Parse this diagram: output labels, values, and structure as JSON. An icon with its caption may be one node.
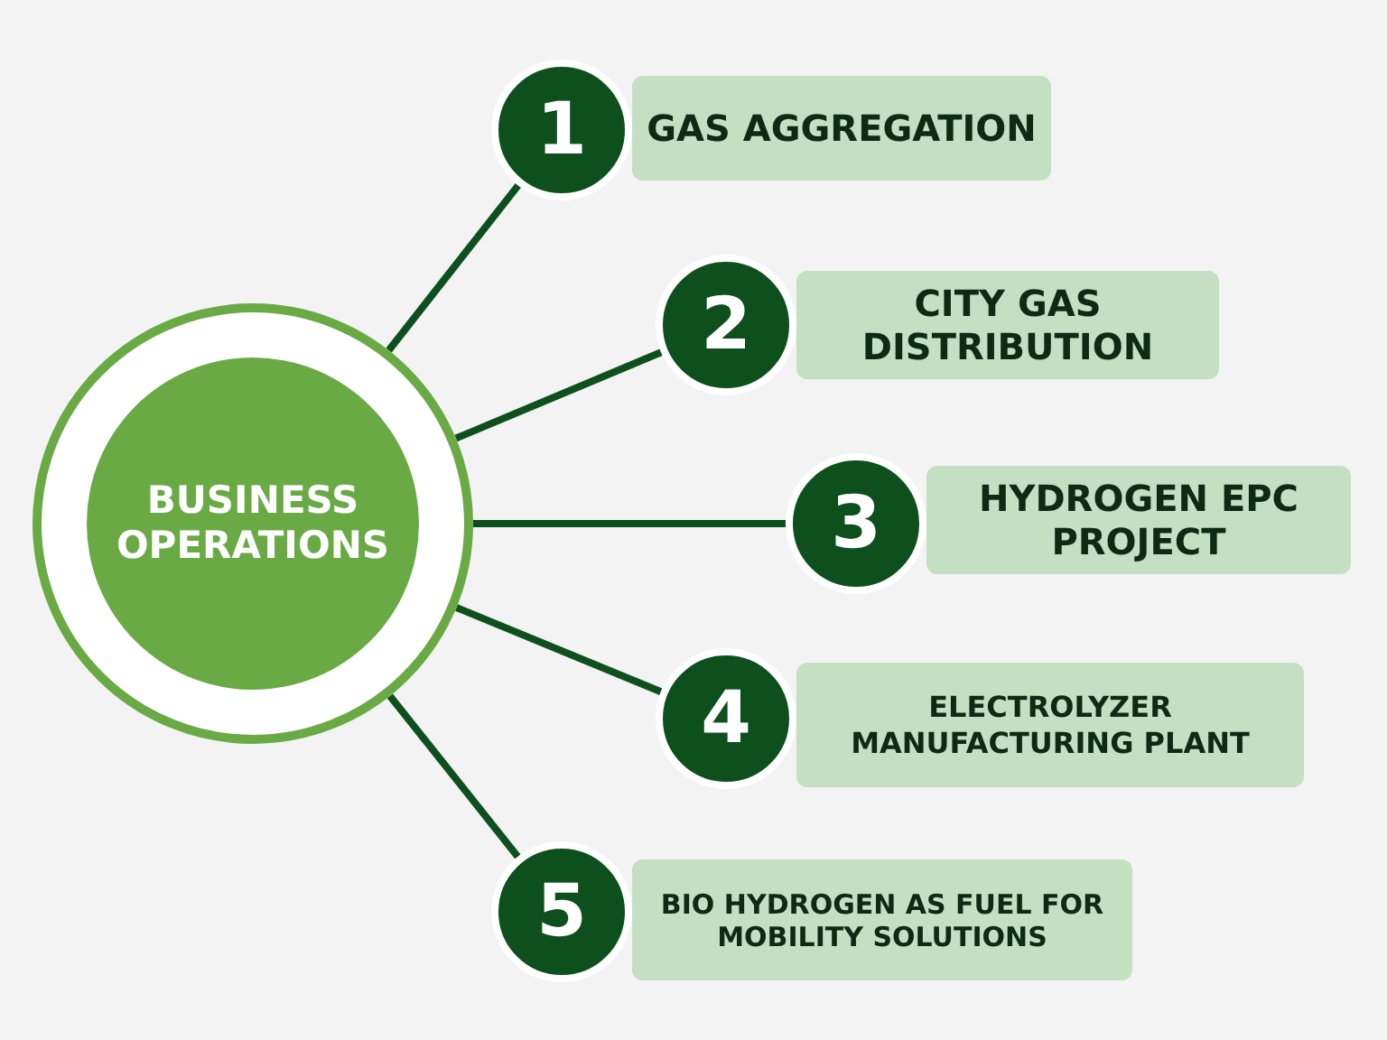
{
  "diagram": {
    "nodes": [
      {
        "text": [
          "BUSINESS OPERATIONS"
        ]
      },
      {
        "text": [
          "1"
        ]
      },
      {
        "text": [
          "GAS AGGREGATION"
        ]
      },
      {
        "text": [
          "2"
        ]
      },
      {
        "text": [
          "CITY GAS DISTRIBUTION"
        ]
      },
      {
        "text": [
          "3"
        ]
      },
      {
        "text": [
          "HYDROGEN EPC PROJECT"
        ]
      },
      {
        "text": [
          "4"
        ]
      },
      {
        "text": [
          "ELECTROLYZER MANUFACTURING PLANT"
        ]
      },
      {
        "text": [
          "5"
        ]
      },
      {
        "text": [
          "BIO HYDROGEN AS FUEL FOR MOBILITY SOLUTIONS"
        ]
      }
    ],
    "edges": [
      {
        "from": 0,
        "to": 1,
        "arrow": "none"
      },
      {
        "from": 0,
        "to": 3,
        "arrow": "none"
      },
      {
        "from": 0,
        "to": 5,
        "arrow": "none"
      },
      {
        "from": 0,
        "to": 7,
        "arrow": "none"
      },
      {
        "from": 0,
        "to": 9,
        "arrow": "none"
      }
    ]
  }
}
